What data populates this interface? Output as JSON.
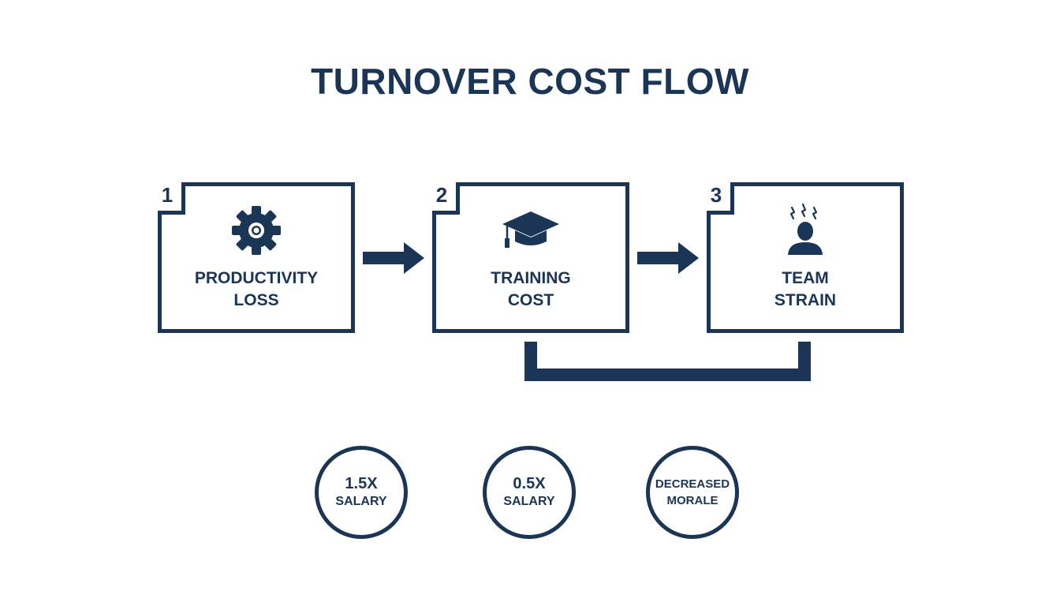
{
  "title": "TURNOVER COST FLOW",
  "colors": {
    "primary": "#1b3556",
    "background": "#ffffff"
  },
  "steps": [
    {
      "number": "1",
      "icon": "gear-icon",
      "label_line1": "PRODUCTIVITY",
      "label_line2": "LOSS"
    },
    {
      "number": "2",
      "icon": "graduation-cap-icon",
      "label_line1": "TRAINING",
      "label_line2": "COST"
    },
    {
      "number": "3",
      "icon": "stressed-person-icon",
      "label_line1": "TEAM",
      "label_line2": "STRAIN"
    }
  ],
  "metrics": [
    {
      "line1": "1.5X",
      "line2": "SALARY"
    },
    {
      "line1": "0.5X",
      "line2": "SALARY"
    },
    {
      "line1": "DECREASED",
      "line2": "MORALE"
    }
  ]
}
